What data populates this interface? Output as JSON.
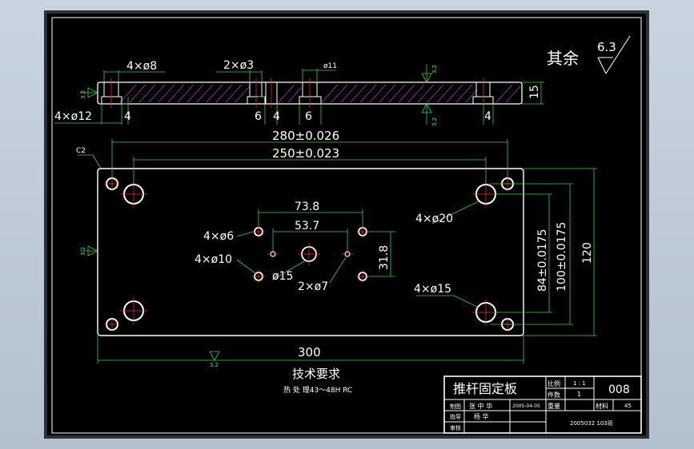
{
  "roughness": {
    "label": "其余",
    "value": "6.3"
  },
  "side_view": {
    "dim_holes_top": "4×ø8",
    "dim_small_holes_top": "2×ø3",
    "dim_phi11": "ø11",
    "dim_holes_bottom": "4×ø12",
    "dim_4_left": "4",
    "dim_6_a": "6",
    "dim_4_mid": "4",
    "dim_6_b": "6",
    "dim_4_right": "4",
    "dim_thickness": "15",
    "rough_3_2": "3.2"
  },
  "plan_view": {
    "chamfer": "C2",
    "dim_280": "280±0.026",
    "dim_250": "250±0.023",
    "dim_73_8": "73.8",
    "dim_53_7": "53.7",
    "dim_31_8": "31.8",
    "dim_84": "84±0.0175",
    "dim_100": "100±0.0175",
    "dim_120": "120",
    "dim_300": "300",
    "lbl_4x6": "4×ø6",
    "lbl_4x10": "4×ø10",
    "lbl_15": "ø15",
    "lbl_2x7": "2×ø7",
    "lbl_4x20": "4×ø20",
    "lbl_4x15": "4×ø15"
  },
  "notes": {
    "title": "技术要求",
    "line1": "热 处 理43～48H RC"
  },
  "title_block": {
    "part_name": "推杆固定板",
    "scale_label": "比例",
    "scale_value": "1 : 1",
    "qty_label": "件数",
    "qty_value": "1",
    "drawing_no": "008",
    "draw_label": "制图",
    "draw_name": "张 中 华",
    "date": "2005-04-05",
    "weight_label": "重量",
    "material_label": "材料",
    "material_value": "45",
    "check_label": "指导",
    "check_name": "杨 华",
    "review_label": "审核",
    "class": "2005032 103班"
  }
}
